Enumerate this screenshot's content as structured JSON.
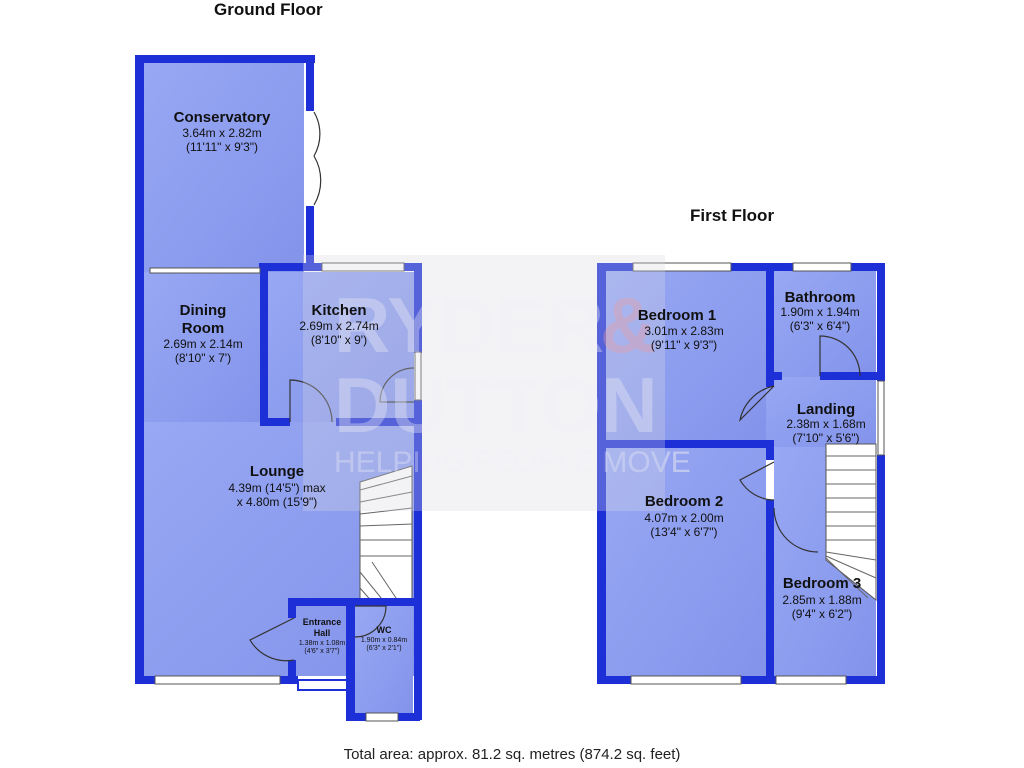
{
  "floors": [
    {
      "title": "Ground Floor",
      "rooms": [
        {
          "name": "Conservatory",
          "metric": "3.64m x 2.82m",
          "imperial": "(11'11\" x 9'3\")"
        },
        {
          "name": "Dining Room",
          "metric": "2.69m x 2.14m",
          "imperial": "(8'10\" x 7')"
        },
        {
          "name": "Kitchen",
          "metric": "2.69m x 2.74m",
          "imperial": "(8'10\" x 9')"
        },
        {
          "name": "Lounge",
          "metric": "4.39m (14'5\") max",
          "imperial": "x 4.80m (15'9\")"
        },
        {
          "name": "Entrance Hall",
          "metric": "1.38m x 1.08m",
          "imperial": "(4'6\" x 3'7\")"
        },
        {
          "name": "WC",
          "metric": "1.90m x 0.84m",
          "imperial": "(6'3\" x 2'1\")"
        }
      ]
    },
    {
      "title": "First Floor",
      "rooms": [
        {
          "name": "Bedroom 1",
          "metric": "3.01m x 2.83m",
          "imperial": "(9'11\" x 9'3\")"
        },
        {
          "name": "Bathroom",
          "metric": "1.90m x 1.94m",
          "imperial": "(6'3\" x 6'4\")"
        },
        {
          "name": "Landing",
          "metric": "2.38m x 1.68m",
          "imperial": "(7'10\" x 5'6\")"
        },
        {
          "name": "Bedroom 2",
          "metric": "4.07m x 2.00m",
          "imperial": "(13'4\" x 6'7\")"
        },
        {
          "name": "Bedroom 3",
          "metric": "2.85m x 1.88m",
          "imperial": "(9'4\" x 6'2\")"
        }
      ]
    }
  ],
  "watermark": {
    "line1": "RYDER",
    "amp": "&",
    "line2": "DUTTON",
    "tagline": "HELPING PEOPLE MOVE"
  },
  "total_area": "Total area: approx. 81.2 sq. metres (874.2 sq. feet)",
  "colors": {
    "wall": "#1d2fd6",
    "floor": "#8e9ef0",
    "text": "#111111",
    "watermark": "#c9cbd8",
    "watermark_accent": "#e7b0b6"
  }
}
